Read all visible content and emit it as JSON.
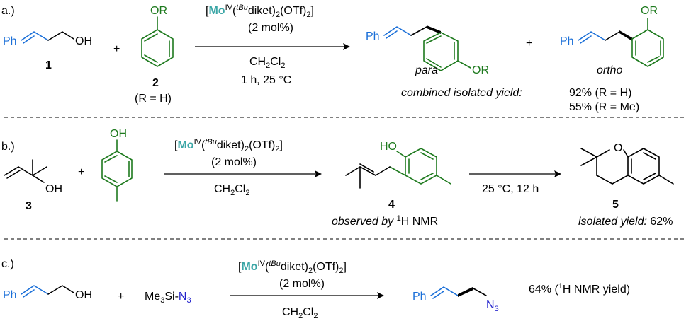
{
  "colors": {
    "phenyl_blue": "#1a6fd8",
    "ring_green": "#1e7a1e",
    "mo_teal": "#3ba6a6",
    "azide_blue": "#2222cc"
  },
  "catalyst": {
    "mo": "Mo",
    "ox": "IV",
    "paren_open": "(",
    "tbu": "tBu",
    "diket": "diket)",
    "two": "2",
    "otf": "(OTf)",
    "two_b": "2",
    "close": "]",
    "open": "["
  },
  "panel_a": {
    "label": "a.)",
    "r1_ph": "Ph",
    "r1_oh": "OH",
    "r1_num": "1",
    "plus": "+",
    "r2_or": "OR",
    "r2_num": "2",
    "r2_note": "(R = H)",
    "loading": "(2 mol%)",
    "solvent_ch": "CH",
    "solvent_2": "2",
    "solvent_cl": "Cl",
    "solvent_2b": "2",
    "conditions": "1 h, 25 °C",
    "p_para_ph": "Ph",
    "p_para_or": "OR",
    "p_para_label": "para",
    "plus2": "+",
    "p_ortho_ph": "Ph",
    "p_ortho_or": "OR",
    "p_ortho_label": "ortho",
    "yield_label": "combined isolated yield:",
    "yield_1": "92% (R = H)",
    "yield_2": "55% (R = Me)"
  },
  "panel_b": {
    "label": "b.)",
    "r3_oh": "OH",
    "r3_num": "3",
    "plus": "+",
    "phenol_oh": "OH",
    "loading": "(2 mol%)",
    "solvent_ch": "CH",
    "solvent_2": "2",
    "solvent_cl": "Cl",
    "solvent_2b": "2",
    "p4_ho": "HO",
    "p4_num": "4",
    "p4_note_a": "observed by ",
    "p4_note_sup": "1",
    "p4_note_b": "H NMR",
    "step2": "25 °C, 12 h",
    "p5_o": "O",
    "p5_num": "5",
    "p5_note_a": "isolated yield:",
    "p5_note_b": " 62%"
  },
  "panel_c": {
    "label": "c.)",
    "r_ph": "Ph",
    "r_oh": "OH",
    "plus": "+",
    "me3si_a": "Me",
    "me3si_3": "3",
    "me3si_b": "Si-",
    "n3_n": "N",
    "n3_3": "3",
    "loading": "(2 mol%)",
    "solvent_ch": "CH",
    "solvent_2": "2",
    "solvent_cl": "Cl",
    "solvent_2b": "2",
    "p_ph": "Ph",
    "p_n": "N",
    "p_3": "3",
    "yield_a": "64% (",
    "yield_sup": "1",
    "yield_b": "H NMR yield)"
  }
}
